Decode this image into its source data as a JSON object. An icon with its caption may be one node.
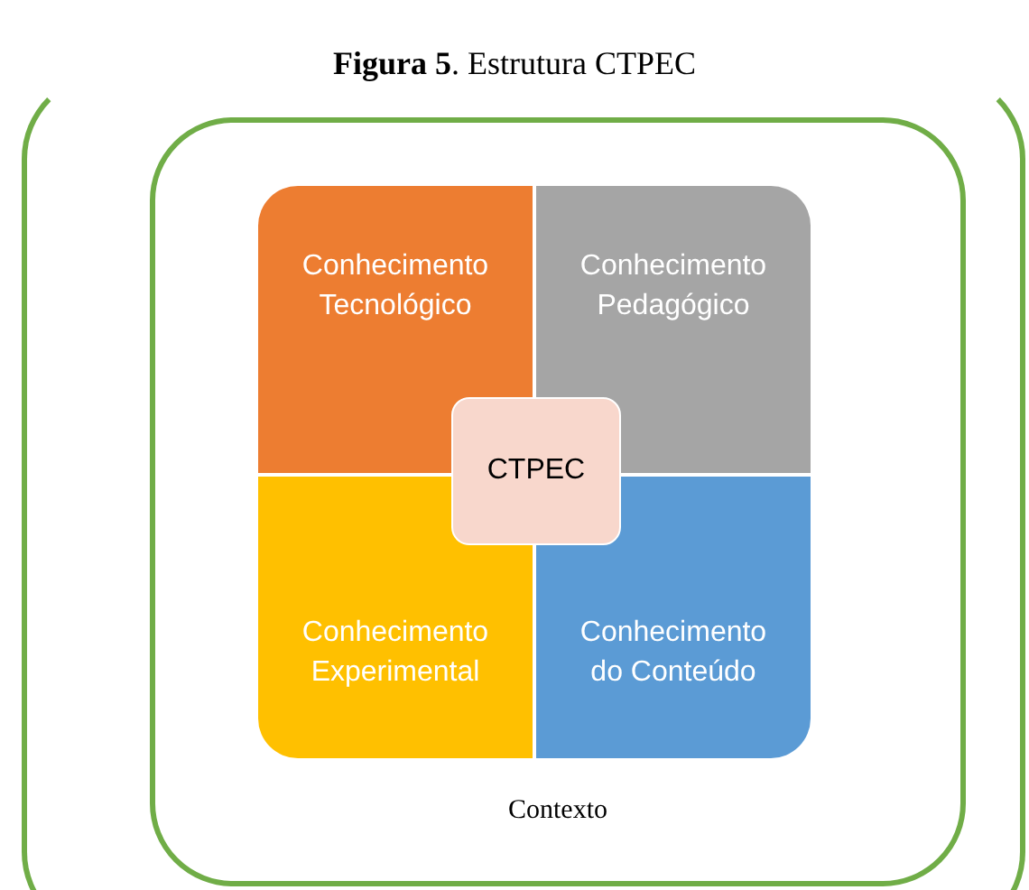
{
  "diagram": {
    "title": "**Figura 5**. Estrutura CTPEC",
    "nodes": [
      {
        "text": [],
        "shape": "box"
      },
      {
        "text": [
          "Contexto"
        ],
        "in": 0
      },
      {
        "text": [
          "Conhecimento Tecnológico"
        ],
        "in": 1
      },
      {
        "text": [
          "Conhecimento Pedagógico"
        ],
        "in": 1
      },
      {
        "text": [
          "Conhecimento Experimental"
        ],
        "in": 1
      },
      {
        "text": [
          "Conhecimento do Conteúdo"
        ],
        "in": 1
      },
      {
        "text": [
          "CTPEC"
        ],
        "in": 1
      }
    ]
  }
}
